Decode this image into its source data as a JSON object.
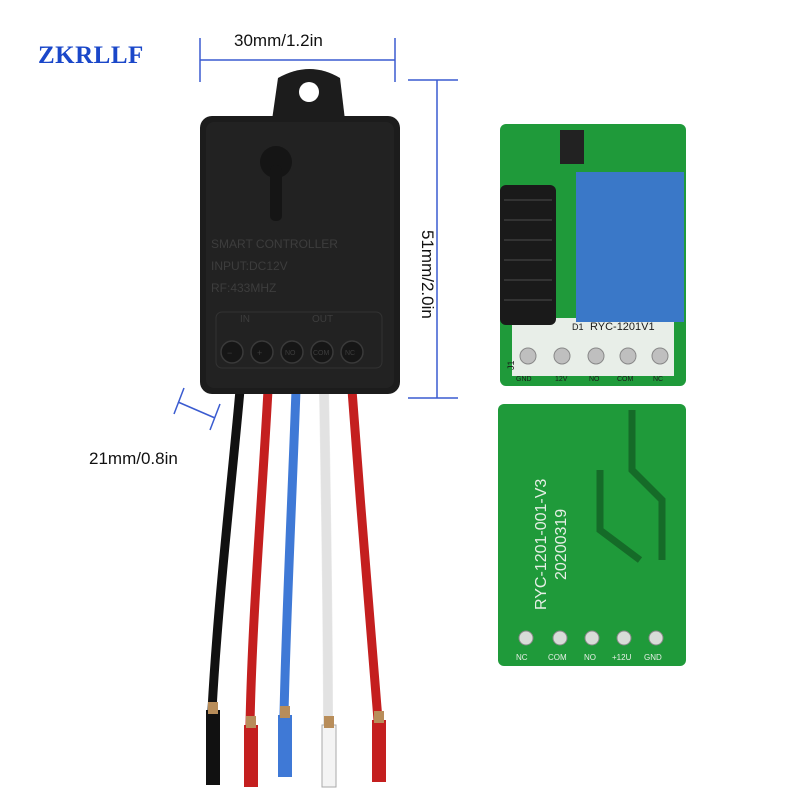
{
  "brand": "ZKRLLF",
  "dimensions": {
    "width": "30mm/1.2in",
    "height": "51mm/2.0in",
    "depth": "21mm/0.8in"
  },
  "controller": {
    "line1": "SMART CONTROLLER",
    "line2": "INPUT:DC12V",
    "line3": "RF:433MHZ",
    "in_label": "IN",
    "out_label": "OUT",
    "terminals": [
      "−",
      "+",
      "NO",
      "COM",
      "NC"
    ]
  },
  "pcb_front": {
    "model": "RYC-1201V1",
    "pins": [
      "GND",
      "12V",
      "NO",
      "COM",
      "NC"
    ],
    "j_label": "J1",
    "d_label": "D1"
  },
  "pcb_back": {
    "model": "RYC-1201-001-V3",
    "date": "20200319",
    "pins": [
      "NC",
      "COM",
      "NO",
      "+12U",
      "GND"
    ]
  },
  "colors": {
    "brand": "#1a47c9",
    "dimension_line": "#3a5bd0",
    "pcb_green": "#1f9a3a",
    "relay_blue": "#3a78c8",
    "case_black": "#1c1c1c"
  }
}
